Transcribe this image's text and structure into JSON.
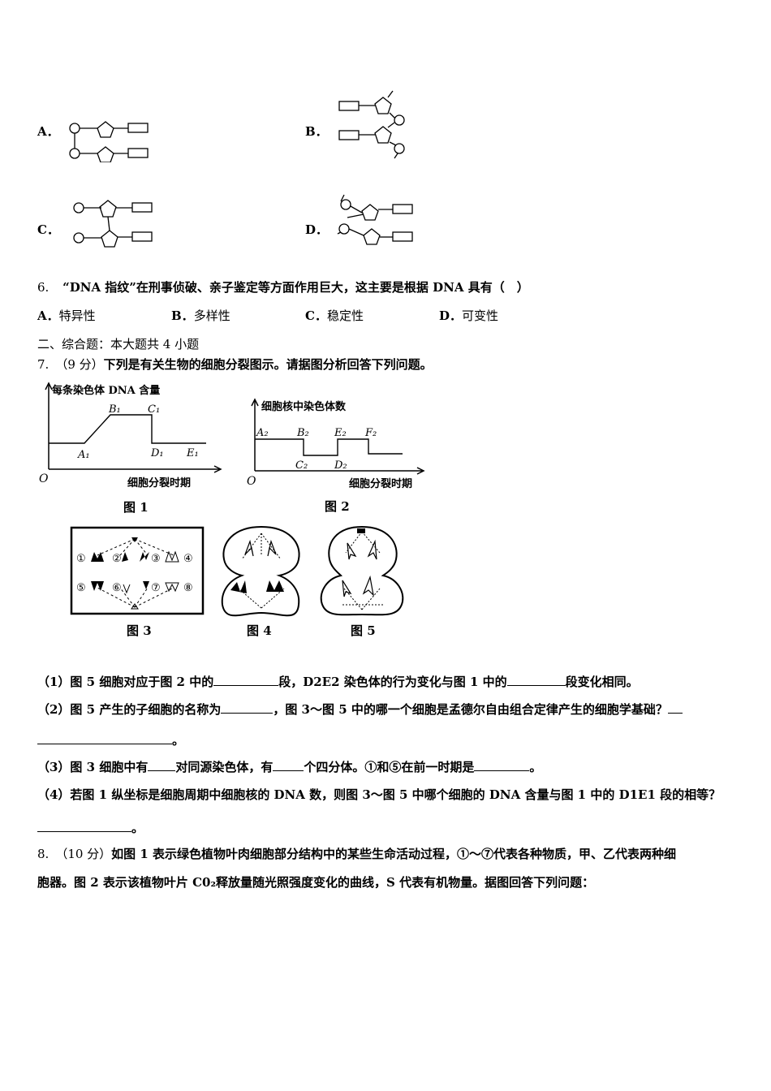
{
  "q5_options": {
    "A": {
      "label": "A．"
    },
    "B": {
      "label": "B．"
    },
    "C": {
      "label": "C．"
    },
    "D": {
      "label": "D．"
    }
  },
  "q6": {
    "number": "6.",
    "text": "“DNA 指纹”在刑事侦破、亲子鉴定等方面作用巨大，这主要是根据 DNA 具有（　）",
    "options": [
      {
        "letter": "A．",
        "text": "特异性"
      },
      {
        "letter": "B．",
        "text": "多样性"
      },
      {
        "letter": "C．",
        "text": "稳定性"
      },
      {
        "letter": "D．",
        "text": "可变性"
      }
    ]
  },
  "section2": {
    "heading": "二、综合题：本大题共 4 小题"
  },
  "q7": {
    "number": "7.",
    "score": "（9 分）",
    "text": "下列是有关生物的细胞分裂图示。请据图分析回答下列问题。",
    "fig1": {
      "ylabel": "每条染色体 DNA 含量",
      "xlabel": "细胞分裂时期",
      "origin": "O",
      "points": [
        "A₁",
        "B₁",
        "C₁",
        "D₁",
        "E₁"
      ],
      "caption": "图 1"
    },
    "fig2": {
      "ylabel": "细胞核中染色体数",
      "xlabel": "细胞分裂时期",
      "origin": "O",
      "points": [
        "A₂",
        "B₂",
        "C₂",
        "D₂",
        "E₂",
        "F₂"
      ],
      "caption": "图 2"
    },
    "fig3": {
      "caption": "图 3",
      "labels": [
        "①",
        "②",
        "③",
        "④",
        "⑤",
        "⑥",
        "⑦",
        "⑧"
      ]
    },
    "fig4": {
      "caption": "图 4"
    },
    "fig5": {
      "caption": "图 5"
    },
    "sub1": {
      "a": "（1）图 5 细胞对应于图 2 中的",
      "b": "段，D2E2 染色体的行为变化与图 1 中的",
      "c": "段变化相同。"
    },
    "sub2": {
      "a": "（2）图 5 产生的子细胞的名称为",
      "b": "，图 3～图 5 中的哪一个细胞是孟德尔自由组合定律产生的细胞学基础？",
      "c": "。"
    },
    "sub3": {
      "a": "（3）图 3 细胞中有",
      "b": "对同源染色体，有",
      "c": "个四分体。①和⑤在前一时期是",
      "d": "。"
    },
    "sub4": {
      "a": "（4）若图 1 纵坐标是细胞周期中细胞核的 DNA 数，则图 3～图 5 中哪个细胞的 DNA 含量与图 1 中的 D1E1 段的相等？",
      "b": "。"
    }
  },
  "q8": {
    "number": "8.",
    "score": "（10 分）",
    "line1": "如图 1 表示绿色植物叶肉细胞部分结构中的某些生命活动过程，①～⑦代表各种物质，甲、乙代表两种细",
    "line2": "胞器。图 2 表示该植物叶片 C0₂释放量随光照强度变化的曲线，S 代表有机物量。据图回答下列问题："
  }
}
